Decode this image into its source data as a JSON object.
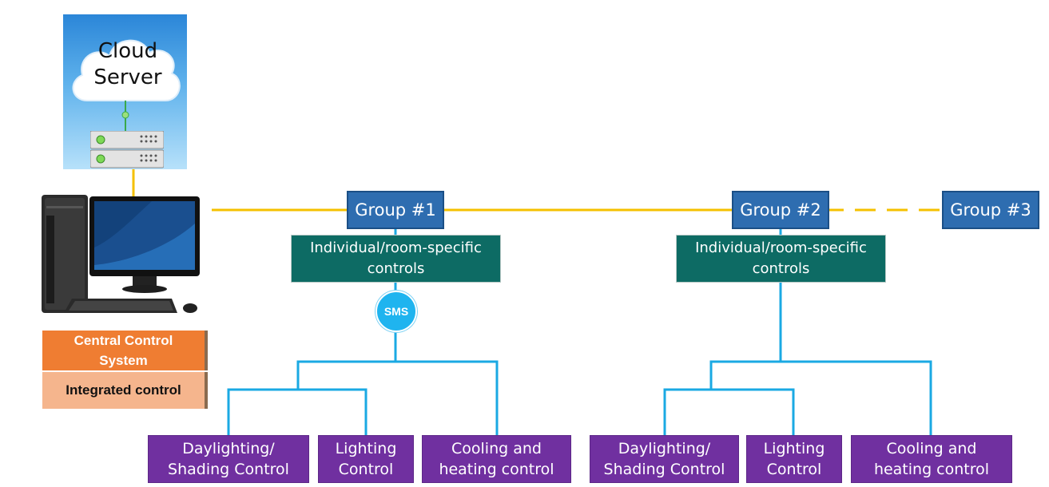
{
  "cloud": {
    "label": "Cloud\nServer"
  },
  "central": {
    "title": "Central Control\nSystem",
    "subtitle": "Integrated control"
  },
  "groups": [
    {
      "label": "Group #1"
    },
    {
      "label": "Group #2"
    },
    {
      "label": "Group #3"
    }
  ],
  "controls": [
    {
      "label": "Individual/room-specific\ncontrols"
    },
    {
      "label": "Individual/room-specific\ncontrols"
    }
  ],
  "sms": {
    "label": "SMS"
  },
  "leaves_group1": [
    {
      "label": "Daylighting/\nShading Control"
    },
    {
      "label": "Lighting\nControl"
    },
    {
      "label": "Cooling and\nheating control"
    }
  ],
  "leaves_group2": [
    {
      "label": "Daylighting/\nShading Control"
    },
    {
      "label": "Lighting\nControl"
    },
    {
      "label": "Cooling and\nheating control"
    }
  ],
  "colors": {
    "bus_line": "#f5c000",
    "branch_line": "#1aa9e3",
    "group_fill": "#2e6db0",
    "control_fill": "#0d6b64",
    "leaf_fill": "#7030a0",
    "central_orange": "#ef7d32",
    "central_peach": "#f5b58d"
  }
}
